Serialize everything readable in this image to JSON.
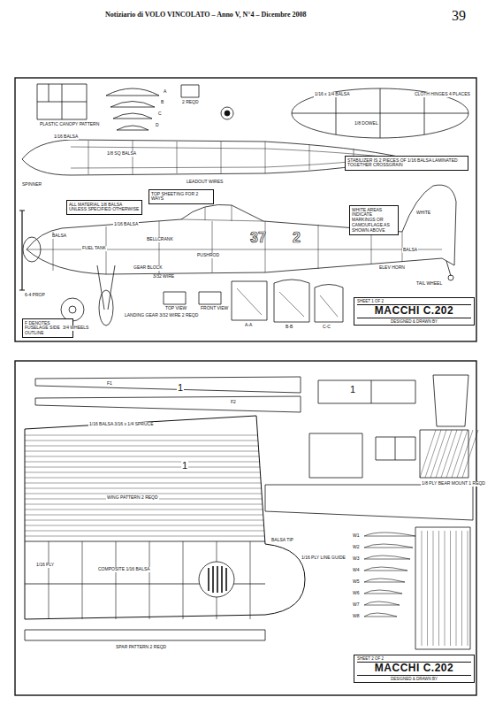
{
  "diagram": {
    "nodes": [
      {
        "text": [
          "STABILIZER IS 2 PIECES OF 1/16 BALSA LAMINATED TOGETHER CROSSGRAIN"
        ]
      },
      {
        "text": [
          "ALL MATERIAL 1/8 BALSA UNLESS SPECIFIED OTHERWISE"
        ]
      },
      {
        "text": [
          "TOP SHEETING FOR 2 WAYS"
        ]
      },
      {
        "text": [
          "WHITE AREAS INDICATE MARKINGS OR CAMOUFLAGE AS SHOWN ABOVE"
        ]
      },
      {
        "text": [
          "F DENOTES FUSELAGE SIDE OUTLINE"
        ]
      },
      {
        "text": [
          "SHEET 1 OF 2",
          "MACCHI C.202",
          "DESIGNED & DRAWN BY"
        ]
      },
      {
        "text": [
          "SHEET 2 OF 2",
          "MACCHI C.202",
          "DESIGNED & DRAWN BY"
        ]
      }
    ],
    "labels": [
      "Notiziario di VOLO VINCOLATO – Anno V, N°4 – Dicembre 2008",
      "39",
      "PLASTIC CANOPY PATTERN",
      "A",
      "B",
      "C",
      "D",
      "2 REQD",
      "1/16 BALSA",
      "1/16 x 1/4 BALSA",
      "CLOTH HINGES 4 PLACES",
      "1/8 DOWEL",
      "LEADOUT WIRES",
      "1/8 SQ BALSA",
      "SPINNER",
      "BALSA",
      "FUEL TANK",
      "BELLCRANK",
      "1/16 BALSA",
      "PUSHROD",
      "37",
      "2",
      "WHITE",
      "BALSA",
      "ELEV HORN",
      "TAIL WHEEL",
      "6-4 PROP",
      "GEAR BLOCK",
      "3/32 WIRE",
      "TOP VIEW",
      "FRONT VIEW",
      "LANDING GEAR 3/32 WIRE 2 REQD",
      "3/4 WHEELS",
      "A-A",
      "B-B",
      "C-C",
      "F1",
      "F2",
      "1/16 BALSA 3/16 x 1/4 SPRUCE",
      "1",
      "1",
      "1",
      "WING PATTERN 2 REQD",
      "1/16 PLY",
      "COMPOSITE 1/16 BALSA",
      "BALSA TIP",
      "1/16 PLY LINE GUIDE",
      "1/8 PLY BEAR MOUNT 1 REQD",
      "SPAR PATTERN 2 REQD",
      "W1",
      "W2",
      "W3",
      "W4",
      "W5",
      "W6",
      "W7",
      "W8"
    ]
  }
}
